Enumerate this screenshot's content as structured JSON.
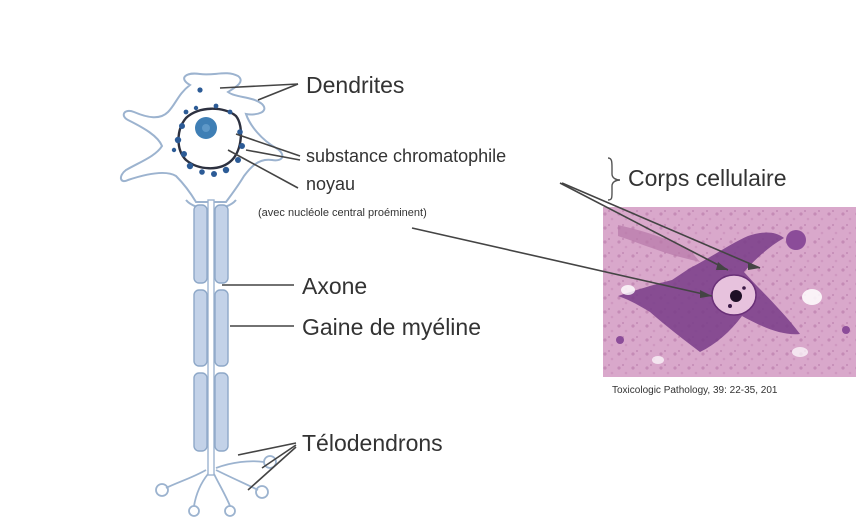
{
  "labels": {
    "dendrites": "Dendrites",
    "chromatophile": "substance chromatophile",
    "noyau": "noyau",
    "nucleole": "(avec nucléole central proéminent)",
    "corps": "Corps cellulaire",
    "axone": "Axone",
    "gaine": "Gaine de myéline",
    "telodendrons": "Télodendrons"
  },
  "citation": "Toxicologic Pathology, 39: 22-35, 201",
  "colors": {
    "membrane": "#9cb3cf",
    "myelin": "#c3d2e8",
    "nucleus": "#3f7fb5",
    "granules": "#2c5b96",
    "tissue": "#d6a3c7",
    "stain_dark": "#7b3f8a",
    "line": "#444444"
  }
}
